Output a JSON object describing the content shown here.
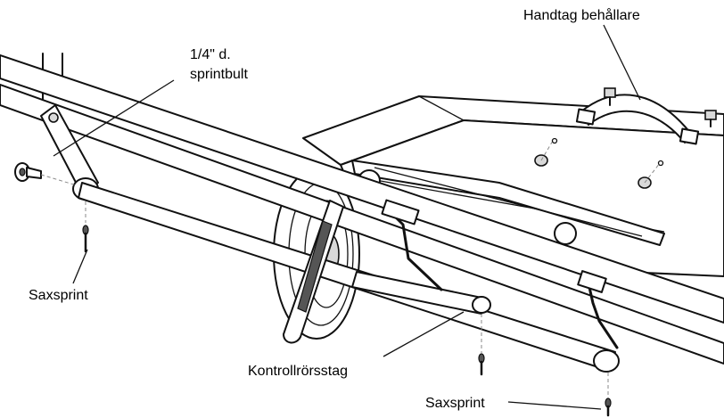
{
  "labels": {
    "handle_bracket": "Handtag behållare",
    "clevis_pin_line1": "1/4\" d.",
    "clevis_pin_line2": "sprintbult",
    "cotter_pin_left": "Saxsprint",
    "control_rod": "Kontrollrörsstag",
    "cotter_pin_bottom": "Saxsprint"
  }
}
